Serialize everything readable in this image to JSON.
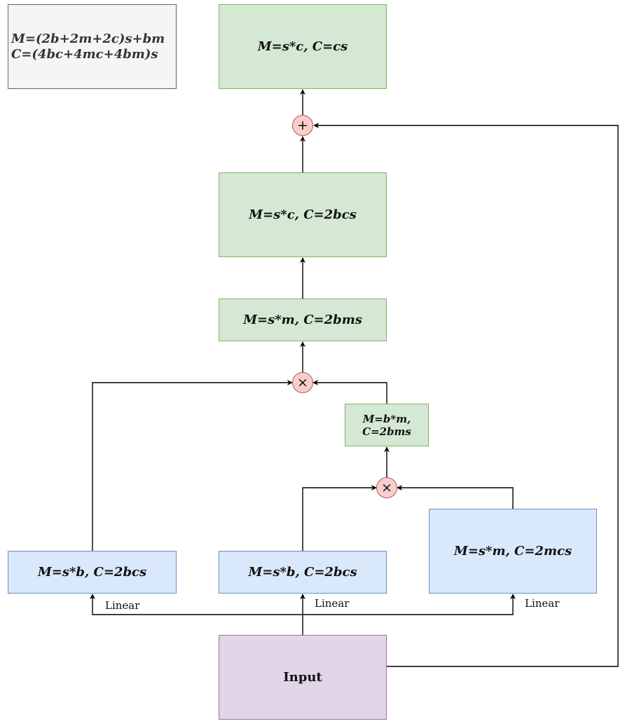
{
  "nodes": {
    "formula_line1": "M=(2b+2m+2c)s+bm",
    "formula_line2": "C=(4bc+4mc+4bm)s",
    "output": "M=s*c, C=cs",
    "proj": "M=s*c, C=2bcs",
    "gate": "M=s*m, C=2bms",
    "bm_line1": "M=b*m,",
    "bm_line2": "C=2bms",
    "left": "M=s*b, C=2bcs",
    "middle": "M=s*b, C=2bcs",
    "right": "M=s*m, C=2mcs",
    "input": "Input"
  },
  "operators": {
    "add": "+",
    "mul_top": "×",
    "mul_bottom": "×"
  },
  "edge_labels": {
    "left": "Linear",
    "middle": "Linear",
    "right": "Linear"
  },
  "colors": {
    "green_fill": "#d5e8d4",
    "green_stroke": "#82b366",
    "blue_fill": "#dae8fc",
    "blue_stroke": "#6c8ebf",
    "purple_fill": "#e1d5e7",
    "purple_stroke": "#9673a6",
    "gray_fill": "#f5f5f5",
    "gray_stroke": "#666666",
    "op_fill": "#f8cecc",
    "op_stroke": "#b85450"
  }
}
